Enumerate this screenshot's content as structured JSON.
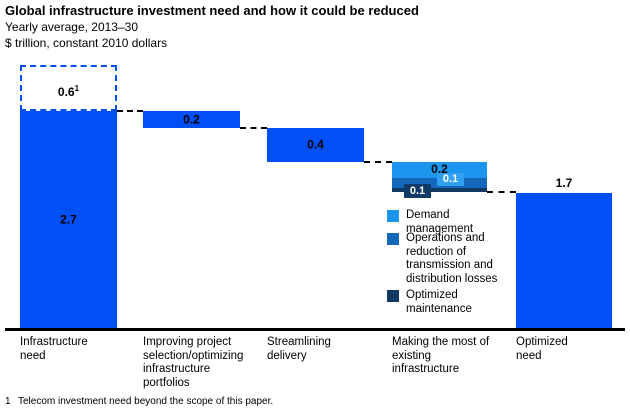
{
  "header": {
    "title": "Global infrastructure investment need and how it could be reduced",
    "subtitle_line1": "Yearly average, 2013–30",
    "subtitle_line2": "$ trillion, constant 2010 dollars"
  },
  "chart_data": {
    "type": "bar",
    "subtype": "waterfall",
    "title": "Global infrastructure investment need and how it could be reduced",
    "subtitle": "Yearly average, 2013–30",
    "unit": "$ trillion, constant 2010 dollars",
    "baseline_total": 3.3,
    "bars": [
      {
        "category": "Infrastructure need",
        "role": "total",
        "value": 2.7,
        "label": "2.7",
        "dashed_extra": {
          "value": 0.6,
          "label": "0.6",
          "footnote_marker": "1",
          "meaning": "Telecom investment need beyond the scope of this paper"
        }
      },
      {
        "category": "Improving project selection/optimizing infrastructure portfolios",
        "role": "reduction",
        "value": 0.2,
        "label": "0.2"
      },
      {
        "category": "Streamlining delivery",
        "role": "reduction",
        "value": 0.4,
        "label": "0.4"
      },
      {
        "category": "Making the most of existing infrastructure",
        "role": "reduction",
        "value": 0.4,
        "segments": [
          {
            "name": "Demand management",
            "value": 0.2,
            "label": "0.2"
          },
          {
            "name": "Operations and reduction of transmission and distribution losses",
            "value": 0.1,
            "label": "0.1"
          },
          {
            "name": "Optimized maintenance",
            "value": 0.1,
            "label": "0.1"
          }
        ]
      },
      {
        "category": "Optimized need",
        "role": "total",
        "value": 1.7,
        "label": "1.7"
      }
    ],
    "legend": [
      {
        "label": "Demand management",
        "color": "#1b95ee"
      },
      {
        "label": "Operations and reduction of transmission and distribution losses",
        "color": "#1368bb"
      },
      {
        "label": "Optimized maintenance",
        "color": "#103a64"
      }
    ],
    "legend_position": "inside-right",
    "colors": {
      "main_bar": "#0050f5",
      "dashed_box_border": "#0050f5",
      "segment_demand": "#1b95ee",
      "segment_operations": "#1368bb",
      "segment_maintenance": "#103a64",
      "connector": "#000000",
      "axis": "#000000"
    }
  },
  "footnote": {
    "marker": "1",
    "text": "Telecom investment need beyond the scope of this paper."
  }
}
